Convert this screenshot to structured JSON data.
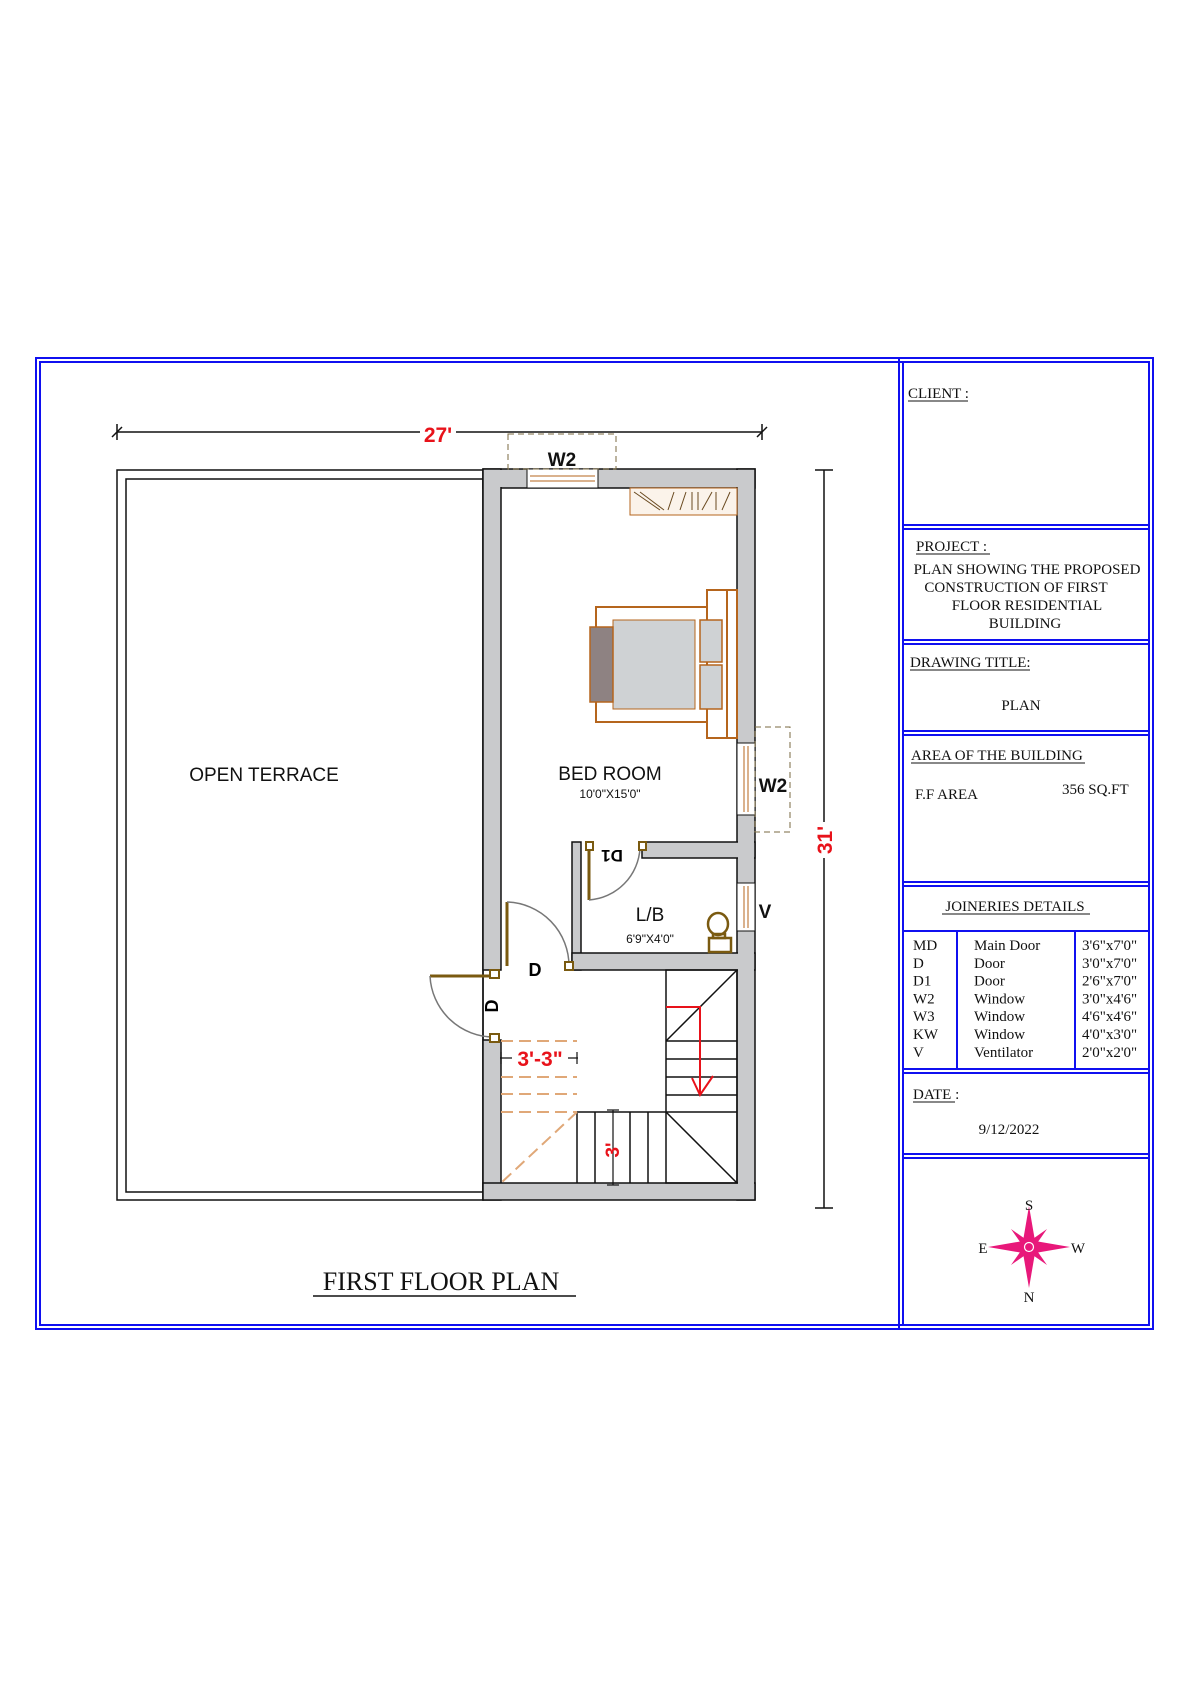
{
  "plan": {
    "title": "FIRST FLOOR PLAN",
    "width_dim": "27'",
    "depth_dim": "31'",
    "rooms": {
      "terrace": "OPEN TERRACE",
      "bedroom": "BED ROOM",
      "bedroom_size": "10'0\"X15'0\"",
      "lb": "L/B",
      "lb_size": "6'9\"X4'0\""
    },
    "tags": {
      "w2_top": "W2",
      "w2_right": "W2",
      "v": "V",
      "d_bed": "D",
      "d_left": "D",
      "d1": "D1"
    },
    "stair_dims": {
      "width": "3'-3\"",
      "tread": "3'"
    }
  },
  "title_block": {
    "client_label": "CLIENT :",
    "project_label": "PROJECT :",
    "project_lines": [
      "PLAN SHOWING THE PROPOSED",
      "CONSTRUCTION OF FIRST",
      "FLOOR RESIDENTIAL",
      "BUILDING"
    ],
    "drawing_title_label": "DRAWING TITLE:",
    "drawing_title": "PLAN",
    "area_label": "AREA OF THE BUILDING",
    "area_name": "F.F AREA",
    "area_value": "356 SQ.FT",
    "joineries_label": "JOINERIES DETAILS",
    "joineries": [
      {
        "code": "MD",
        "name": "Main Door",
        "size": "3'6\"x7'0\""
      },
      {
        "code": "D",
        "name": "Door",
        "size": "3'0\"x7'0\""
      },
      {
        "code": "D1",
        "name": "Door",
        "size": "2'6\"x7'0\""
      },
      {
        "code": "W2",
        "name": "Window",
        "size": "3'0\"x4'6\""
      },
      {
        "code": "W3",
        "name": "Window",
        "size": "4'6\"x4'6\""
      },
      {
        "code": "KW",
        "name": "Window",
        "size": "4'0\"x3'0\""
      },
      {
        "code": "V",
        "name": "Ventilator",
        "size": "2'0\"x2'0\""
      }
    ],
    "date_label": "DATE :",
    "date": "9/12/2022",
    "compass": {
      "s": "S",
      "n": "N",
      "e": "E",
      "w": "W"
    }
  },
  "colors": {
    "border": "#1010f0",
    "dimension": "#e8121a",
    "compass": "#e8187a",
    "wall": "#c9cacc"
  }
}
